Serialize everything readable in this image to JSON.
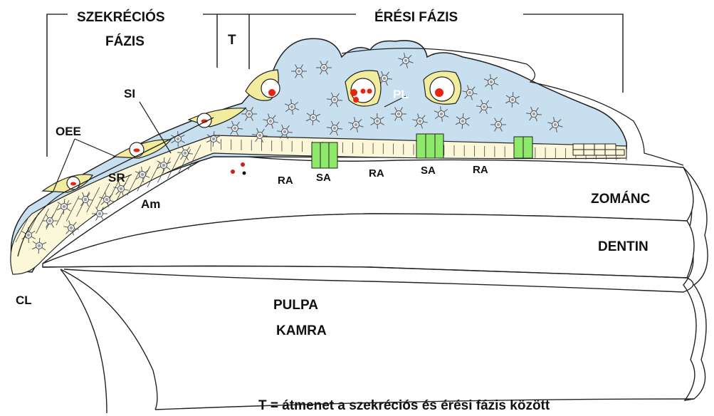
{
  "phases": {
    "secretory_line1": "SZEKRÉCIÓS",
    "secretory_line2": "FÁZIS",
    "transition": "T",
    "maturation": "ÉRÉSI FÁZIS"
  },
  "labels": {
    "si": "SI",
    "oee": "OEE",
    "sr": "SR",
    "am": "Am",
    "pl": "PL",
    "ra": [
      "RA",
      "RA",
      "RA"
    ],
    "sa": [
      "SA",
      "SA"
    ],
    "cl": "CL",
    "enamel": "ZOMÁNC",
    "dentin": "DENTIN",
    "pulp_line1": "PULPA",
    "pulp_line2": "KAMRA"
  },
  "footnote": "T = átmenet a szekréciós és érési fázis között",
  "colors": {
    "epithelium": "#c8dff0",
    "ameloblast": "#fbf7d8",
    "capillary": "#f2ec9e",
    "smooth_ended": "#8ee86a",
    "blood": "#e8230f",
    "outline": "#222222"
  }
}
